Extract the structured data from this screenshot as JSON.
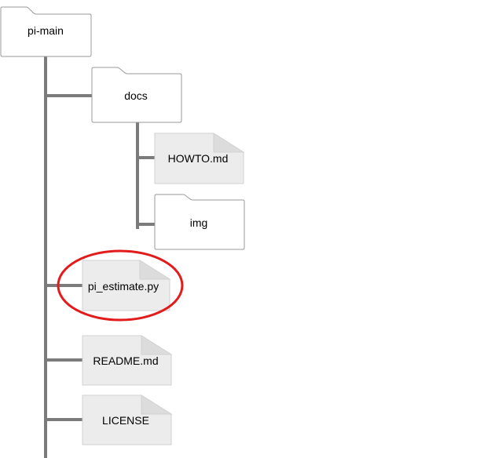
{
  "colors": {
    "connector": "#7b7b7b",
    "folder_fill": "#ffffff",
    "folder_stroke": "#9a9a9a",
    "file_fill": "#ececec",
    "file_fold": "#dcdcdc",
    "highlight": "#e21b1b"
  },
  "tree": {
    "root": {
      "label": "pi-main",
      "type": "folder",
      "icon": "folder-icon"
    },
    "docs": {
      "label": "docs",
      "type": "folder",
      "icon": "folder-icon"
    },
    "howto": {
      "label": "HOWTO.md",
      "type": "file",
      "icon": "file-icon"
    },
    "img": {
      "label": "img",
      "type": "folder",
      "icon": "folder-icon"
    },
    "pi_estimate": {
      "label": "pi_estimate.py",
      "type": "file",
      "icon": "file-icon",
      "highlighted": true
    },
    "readme": {
      "label": "README.md",
      "type": "file",
      "icon": "file-icon"
    },
    "license": {
      "label": "LICENSE",
      "type": "file",
      "icon": "file-icon"
    }
  }
}
